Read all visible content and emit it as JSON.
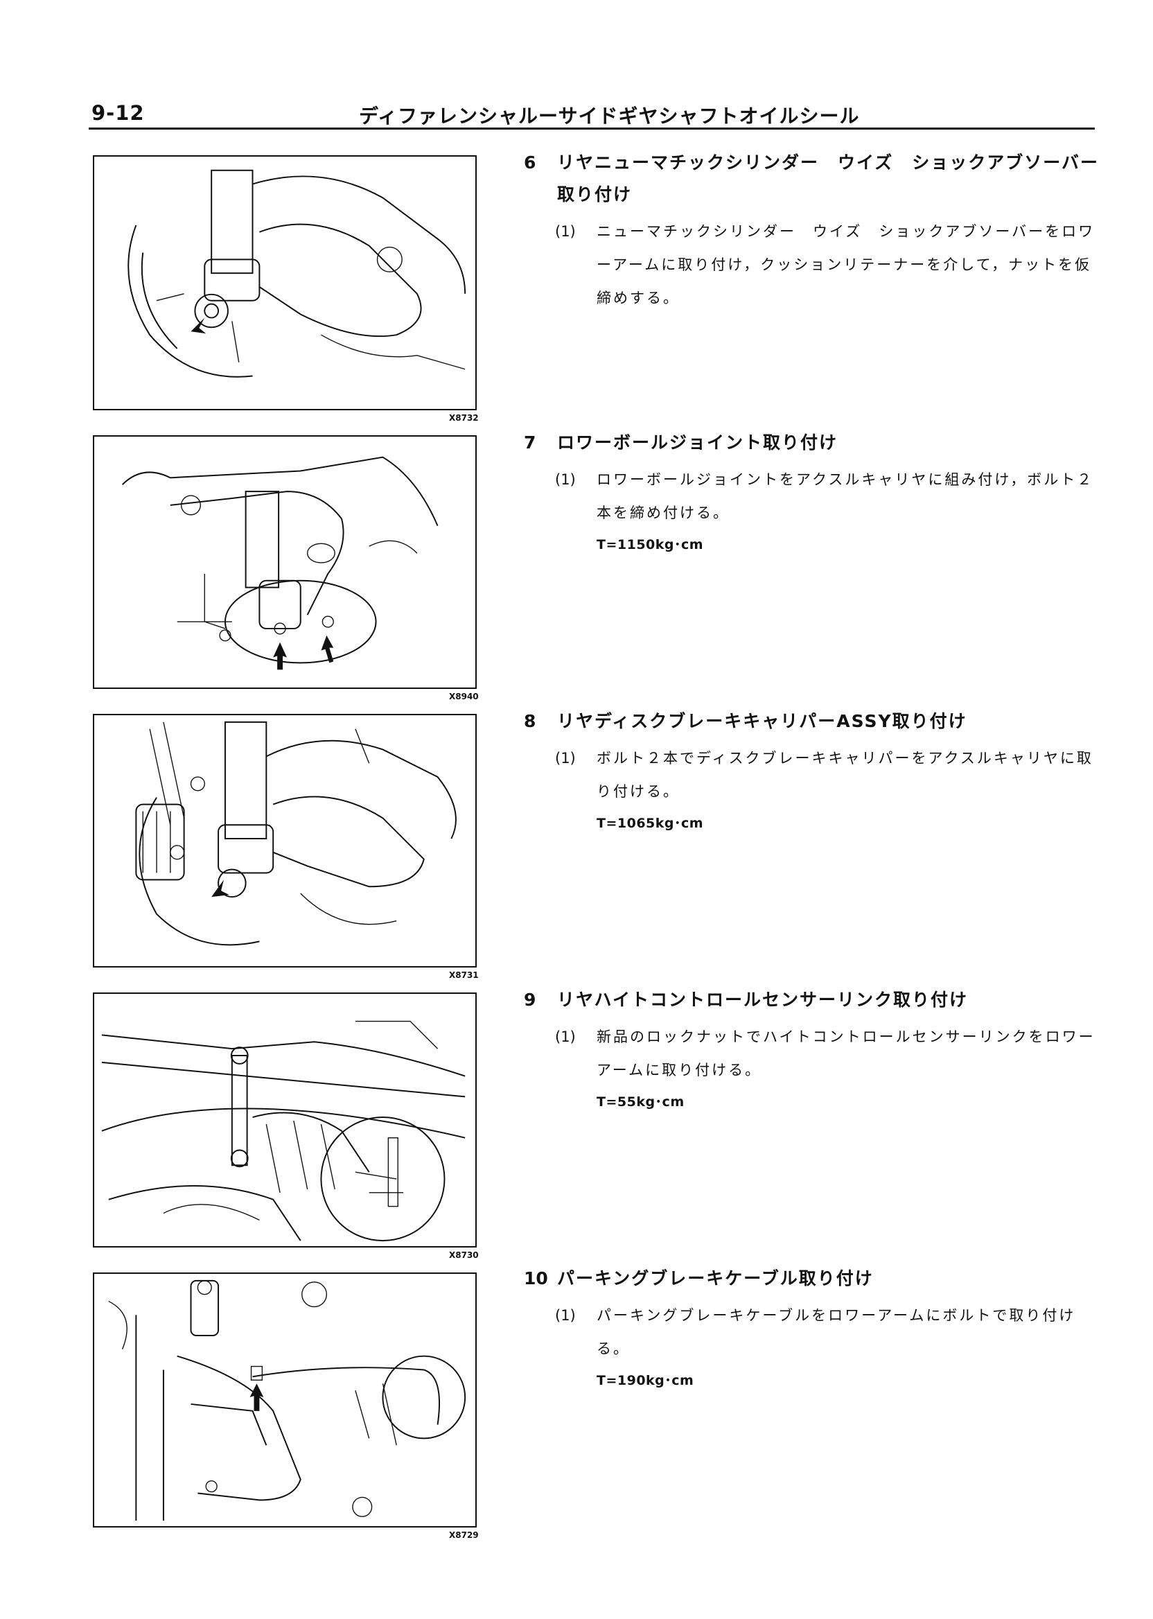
{
  "header": {
    "page_number": "9-12",
    "title": "ディファレンシャルーサイドギヤシャフトオイルシール"
  },
  "figures": [
    {
      "code": "X8732",
      "subject": "shock-absorber-lower-mount"
    },
    {
      "code": "X8940",
      "subject": "lower-ball-joint"
    },
    {
      "code": "X8731",
      "subject": "disc-brake-caliper"
    },
    {
      "code": "X8730",
      "subject": "height-control-sensor-link"
    },
    {
      "code": "X8729",
      "subject": "parking-brake-cable"
    }
  ],
  "steps": [
    {
      "number": "6",
      "title": "リヤニューマチックシリンダー　ウイズ　ショックアブソーバー取り付け",
      "substeps": [
        {
          "marker": "(1)",
          "text": "ニューマチックシリンダー　ウイズ　ショックアブソーバーをロワーアームに取り付け，クッションリテーナーを介して，ナットを仮締めする。"
        }
      ],
      "torque": ""
    },
    {
      "number": "7",
      "title": "ロワーボールジョイント取り付け",
      "substeps": [
        {
          "marker": "(1)",
          "text": "ロワーボールジョイントをアクスルキャリヤに組み付け，ボルト２本を締め付ける。"
        }
      ],
      "torque": "T=1150kg･cm"
    },
    {
      "number": "8",
      "title": "リヤディスクブレーキキャリパーASSY取り付け",
      "substeps": [
        {
          "marker": "(1)",
          "text": "ボルト２本でディスクブレーキキャリパーをアクスルキャリヤに取り付ける。"
        }
      ],
      "torque": "T=1065kg･cm"
    },
    {
      "number": "9",
      "title": "リヤハイトコントロールセンサーリンク取り付け",
      "substeps": [
        {
          "marker": "(1)",
          "text": "新品のロックナットでハイトコントロールセンサーリンクをロワーアームに取り付ける。"
        }
      ],
      "torque": "T=55kg･cm"
    },
    {
      "number": "10",
      "title": "パーキングブレーキケーブル取り付け",
      "substeps": [
        {
          "marker": "(1)",
          "text": "パーキングブレーキケーブルをロワーアームにボルトで取り付ける。"
        }
      ],
      "torque": "T=190kg･cm"
    }
  ]
}
